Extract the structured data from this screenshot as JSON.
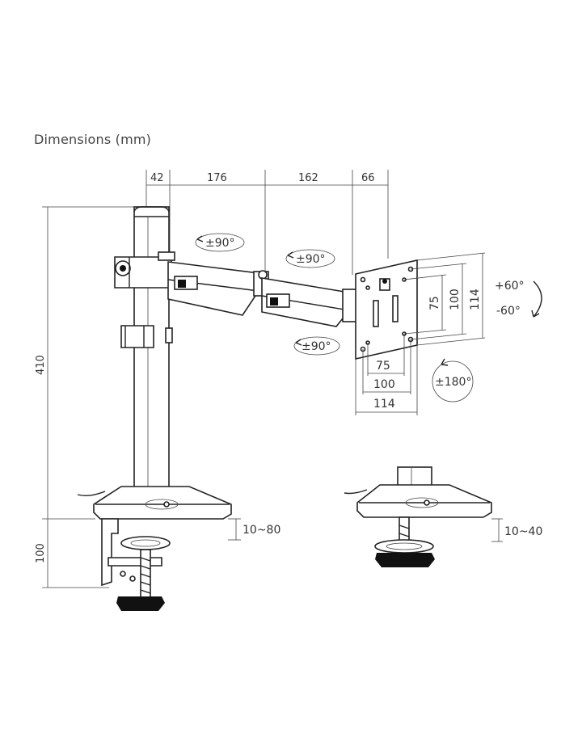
{
  "title": "Dimensions (mm)",
  "dimensions": {
    "top": [
      "42",
      "176",
      "162",
      "66"
    ],
    "height_pole": "410",
    "height_clamp": "100",
    "vesa_vertical": [
      "75",
      "100",
      "114"
    ],
    "vesa_horizontal": [
      "75",
      "100",
      "114"
    ],
    "clamp_range_1": "10~80",
    "clamp_range_2": "10~40"
  },
  "rotations": {
    "arm_upper": "±90°",
    "arm_middle": "±90°",
    "arm_lower": "±90°",
    "tilt_up": "+60°",
    "tilt_down": "-60°",
    "rotate": "±180°"
  }
}
